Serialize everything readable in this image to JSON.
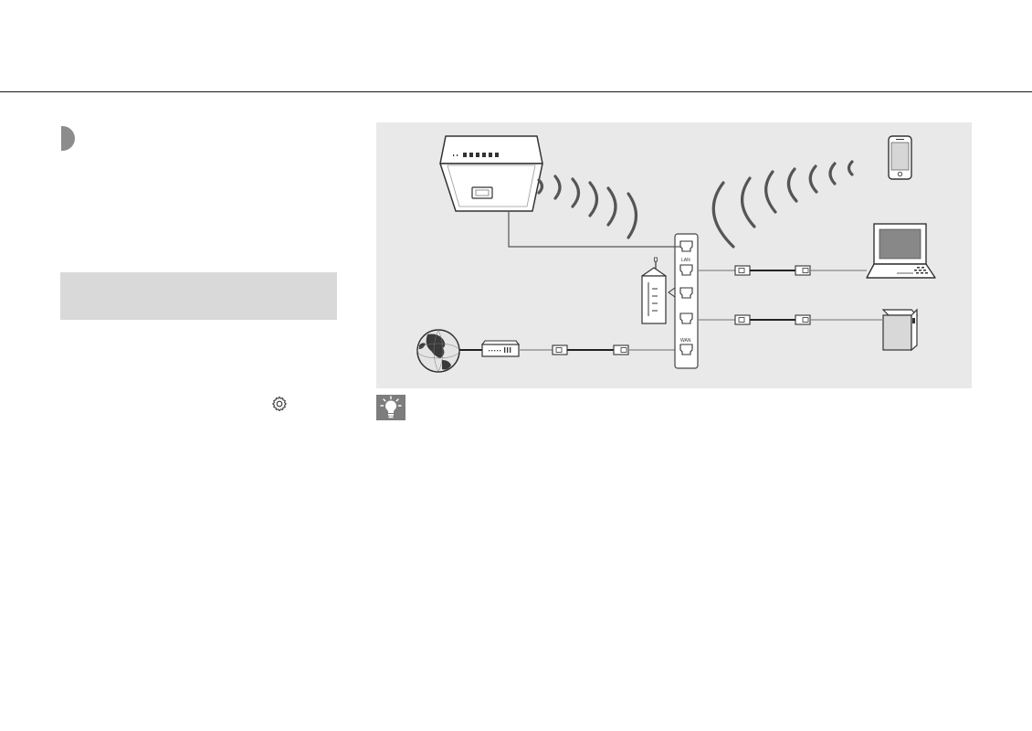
{
  "diagram": {
    "port_labels": {
      "lan": "LAN",
      "wan": "WAN"
    }
  },
  "icons": {
    "section_marker": "section-marker",
    "settings": "gear-icon",
    "tip": "lightbulb-icon"
  },
  "colors": {
    "rule": "#1a1a1a",
    "note_box": "#d9d9d9",
    "panel": "#e9e9e9",
    "tip_badge": "#7d7d7d",
    "marker": "#8c8c8c"
  }
}
